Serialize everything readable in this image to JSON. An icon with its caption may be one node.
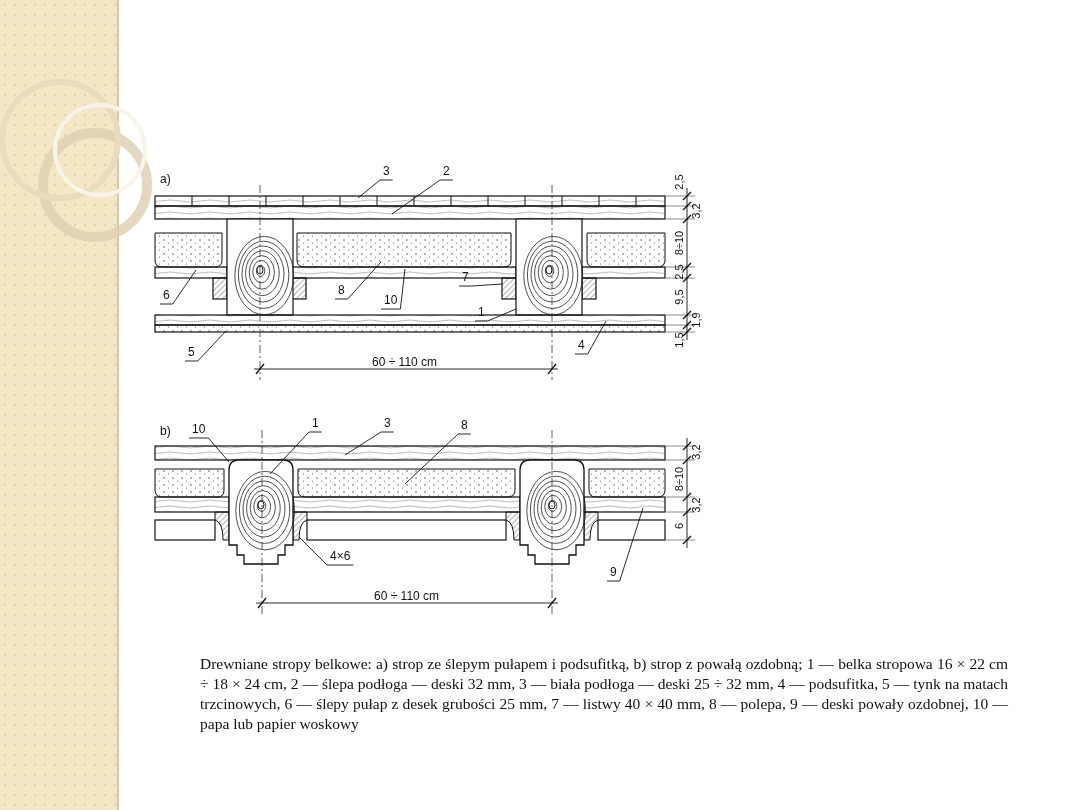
{
  "diagram": {
    "caption": "Drewniane stropy belkowe: a) strop ze ślepym pułapem i podsufitką, b) strop z powałą ozdobną; 1 — belka stropowa 16 × 22 cm ÷ 18 × 24 cm, 2 — ślepa podłoga — deski 32 mm, 3 — biała podłoga — deski 25 ÷ 32 mm, 4 — podsufitka, 5 — tynk na matach trzcinowych, 6 — ślepy pułap z desek grubości 25 mm, 7 — listwy 40 × 40 mm, 8 — polepa, 9 — deski powały ozdobnej, 10 — papa lub papier woskowy",
    "nodes": [
      {
        "text": [
          "3"
        ]
      },
      {
        "text": [
          "2"
        ]
      },
      {
        "text": [
          "6"
        ]
      },
      {
        "text": [
          "8"
        ]
      },
      {
        "text": [
          "10"
        ]
      },
      {
        "text": [
          "7"
        ]
      },
      {
        "text": [
          "1"
        ]
      },
      {
        "text": [
          "5"
        ]
      },
      {
        "text": [
          "4"
        ]
      },
      {
        "text": [
          "10"
        ]
      },
      {
        "text": [
          "1"
        ]
      },
      {
        "text": [
          "3"
        ]
      },
      {
        "text": [
          "8"
        ]
      },
      {
        "text": [
          "4×6"
        ]
      },
      {
        "text": [
          "9"
        ]
      },
      {
        "text": [],
        "shape": "box"
      },
      {
        "text": [],
        "shape": "box"
      }
    ],
    "edges": [
      {
        "from": 0,
        "to": null,
        "arrow": "none"
      },
      {
        "from": 1,
        "to": null,
        "arrow": "none"
      },
      {
        "from": 2,
        "to": null,
        "arrow": "none"
      },
      {
        "from": 3,
        "to": null,
        "arrow": "none"
      },
      {
        "from": 4,
        "to": null,
        "arrow": "none"
      },
      {
        "from": 5,
        "to": 15,
        "arrow": "none"
      },
      {
        "from": 6,
        "to": 16,
        "arrow": "none"
      },
      {
        "from": 7,
        "to": null,
        "arrow": "none"
      },
      {
        "from": 8,
        "to": null,
        "arrow": "none"
      },
      {
        "from": 9,
        "to": null,
        "arrow": "none"
      },
      {
        "from": 10,
        "to": null,
        "arrow": "none"
      },
      {
        "from": 11,
        "to": null,
        "arrow": "none"
      },
      {
        "from": 12,
        "to": null,
        "arrow": "none"
      },
      {
        "from": 13,
        "to": null,
        "arrow": "none"
      },
      {
        "from": 14,
        "to": null,
        "arrow": "none"
      }
    ],
    "labels": [
      "a)",
      "2,5",
      "3,2",
      "8÷10",
      "2,5",
      "9,5",
      "1,9",
      "1,5",
      "60 ÷ 110 cm",
      "b)",
      "3,2",
      "8÷10",
      "3,2",
      "6",
      "60 ÷ 110 cm"
    ]
  }
}
